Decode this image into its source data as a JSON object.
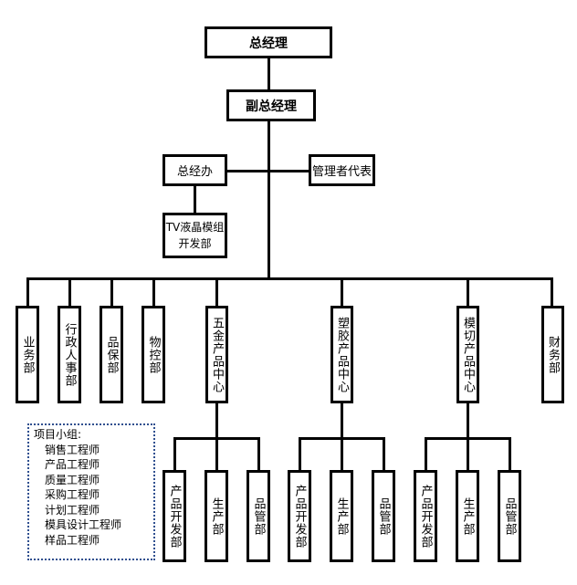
{
  "chart": {
    "top": {
      "gm": "总经理",
      "dgm": "副总经理"
    },
    "staff": {
      "office": "总经办",
      "rep": "管理者代表",
      "tv_line1": "TV液晶模组",
      "tv_line2": "开发部"
    },
    "depts": [
      "业务部",
      "行政人事部",
      "品保部",
      "物控部",
      "五金产品中心",
      "塑胶产品中心",
      "模切产品中心",
      "财务部"
    ],
    "subgroups": [
      {
        "center": "五金产品中心",
        "units": [
          "产品开发部",
          "生产部",
          "品管部"
        ]
      },
      {
        "center": "塑胶产品中心",
        "units": [
          "产品开发部",
          "生产部",
          "品管部"
        ]
      },
      {
        "center": "模切产品中心",
        "units": [
          "产品开发部",
          "生产部",
          "品管部"
        ]
      }
    ],
    "note": {
      "title": "项目小组:",
      "items": [
        "销售工程师",
        "产品工程师",
        "质量工程师",
        "采购工程师",
        "计划工程师",
        "模具设计工程师",
        "样品工程师"
      ]
    }
  }
}
